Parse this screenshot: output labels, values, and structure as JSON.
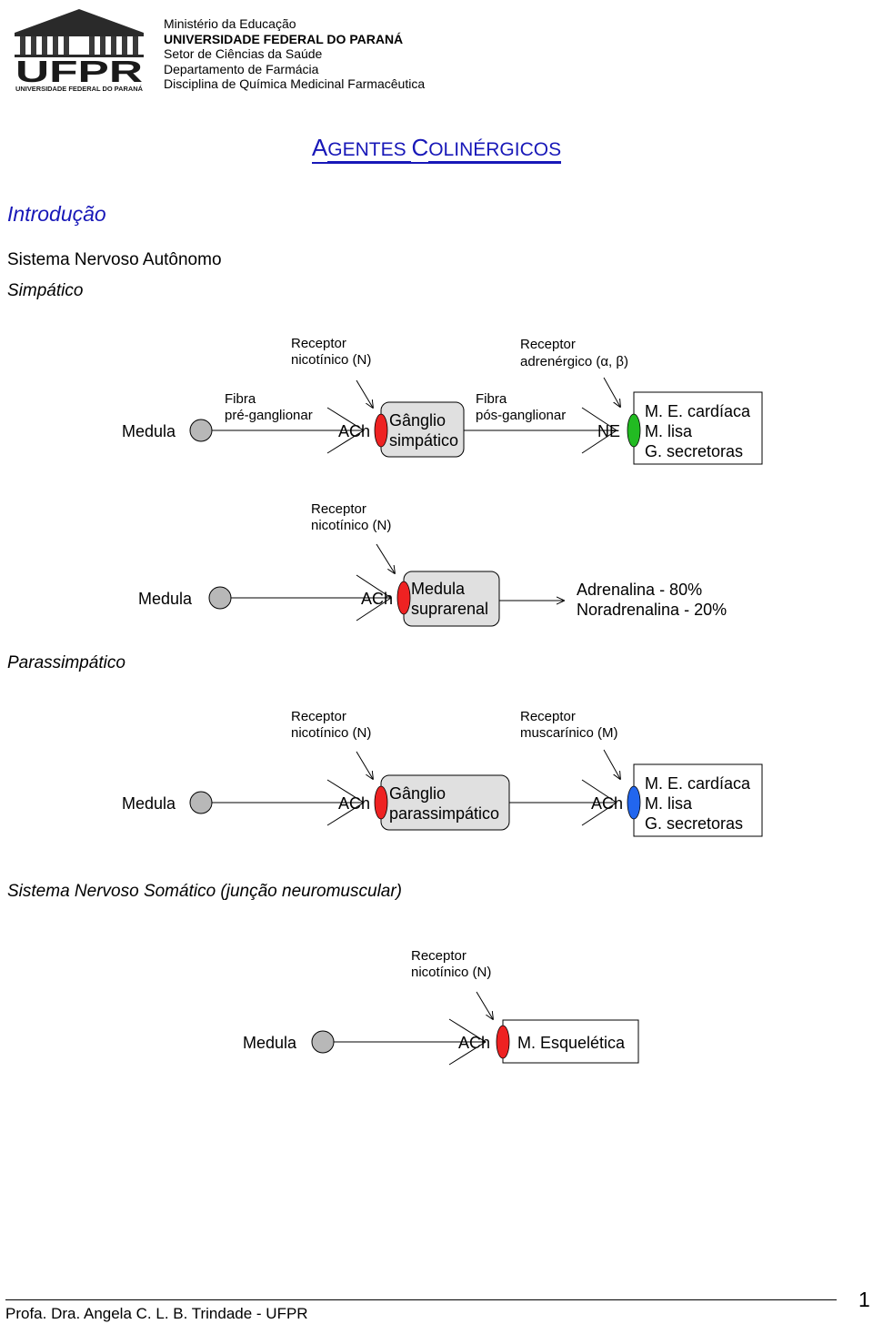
{
  "header": {
    "logo_text": "UFPR",
    "logo_subtext": "UNIVERSIDADE FEDERAL DO PARANÁ",
    "lines": [
      "Ministério da Educação",
      "UNIVERSIDADE FEDERAL DO PARANÁ",
      "Setor de Ciências da Saúde",
      "Departamento de Farmácia",
      "Disciplina de Química Medicinal Farmacêutica"
    ]
  },
  "title": {
    "first_cap": "A",
    "first_rest": "GENTES ",
    "second_cap": "C",
    "second_rest": "OLINÉRGICOS"
  },
  "sections": {
    "intro": "Introdução",
    "sna": "Sistema Nervoso Autônomo",
    "simpatico": "Simpático",
    "parassimpatico": "Parassimpático",
    "somatico": "Sistema Nervoso Somático (junção neuromuscular)"
  },
  "colors": {
    "title_blue": "#1818b8",
    "receptor_nicotinic_red": "#ee2222",
    "receptor_adrenergic_green": "#22bb22",
    "receptor_muscarinic_blue": "#2266ee",
    "origin_grey": "#b8b8b8",
    "ganglion_fill": "#e0e0e0"
  },
  "diagram1": {
    "receptor1_l1": "Receptor",
    "receptor1_l2": "nicotínico (N)",
    "receptor2_l1": "Receptor",
    "receptor2_l2": "adrenérgico (α, β)",
    "origin": "Medula",
    "fiber1_l1": "Fibra",
    "fiber1_l2": "pré-ganglionar",
    "nt1": "ACh",
    "ganglion_l1": "Gânglio",
    "ganglion_l2": "simpático",
    "fiber2_l1": "Fibra",
    "fiber2_l2": "pós-ganglionar",
    "nt2": "NE",
    "targets": [
      "M. E. cardíaca",
      "M. lisa",
      "G. secretoras"
    ]
  },
  "diagram2": {
    "receptor_l1": "Receptor",
    "receptor_l2": "nicotínico (N)",
    "origin": "Medula",
    "nt": "ACh",
    "organ_l1": "Medula",
    "organ_l2": "suprarenal",
    "out_l1": "Adrenalina - 80%",
    "out_l2": "Noradrenalina - 20%"
  },
  "diagram3": {
    "receptor1_l1": "Receptor",
    "receptor1_l2": "nicotínico (N)",
    "receptor2_l1": "Receptor",
    "receptor2_l2": "muscarínico (M)",
    "origin": "Medula",
    "nt1": "ACh",
    "ganglion_l1": "Gânglio",
    "ganglion_l2": "parassimpático",
    "nt2": "ACh",
    "targets": [
      "M. E. cardíaca",
      "M. lisa",
      "G. secretoras"
    ]
  },
  "diagram4": {
    "receptor_l1": "Receptor",
    "receptor_l2": "nicotínico (N)",
    "origin": "Medula",
    "nt": "ACh",
    "target": "M. Esquelética"
  },
  "footer": {
    "author": "Profa. Dra. Angela C. L. B. Trindade - UFPR",
    "page": "1"
  }
}
